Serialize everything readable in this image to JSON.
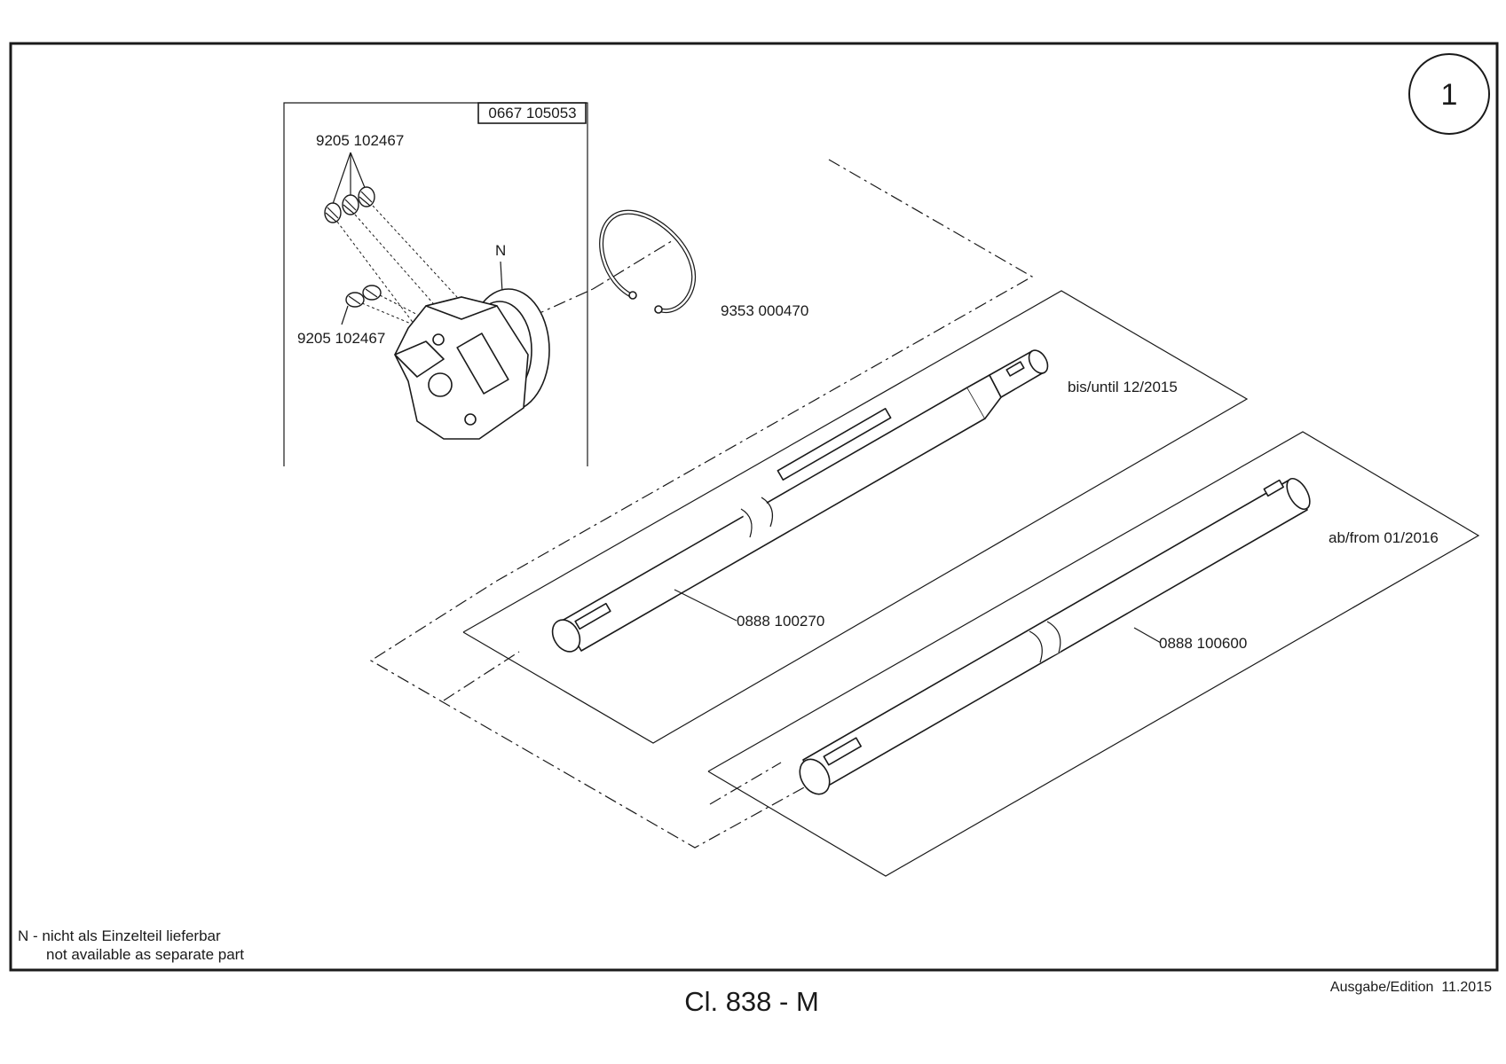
{
  "sheet_number": "1",
  "assembly": {
    "part_number": "0667 105053",
    "marker": "N"
  },
  "parts": {
    "set_screws_upper": "9205 102467",
    "set_screws_lower": "9205 102467",
    "retaining_ring": "9353 000470",
    "shaft_old": "0888 100270",
    "shaft_new": "0888 100600"
  },
  "variants": {
    "until": "bis/until 12/2015",
    "from": "ab/from 01/2016"
  },
  "legend": {
    "line1": "N - nicht als Einzelteil lieferbar",
    "line2": "not available as separate part"
  },
  "footer": {
    "title": "Cl. 838 - M",
    "edition": "Ausgabe/Edition  11.2015"
  }
}
